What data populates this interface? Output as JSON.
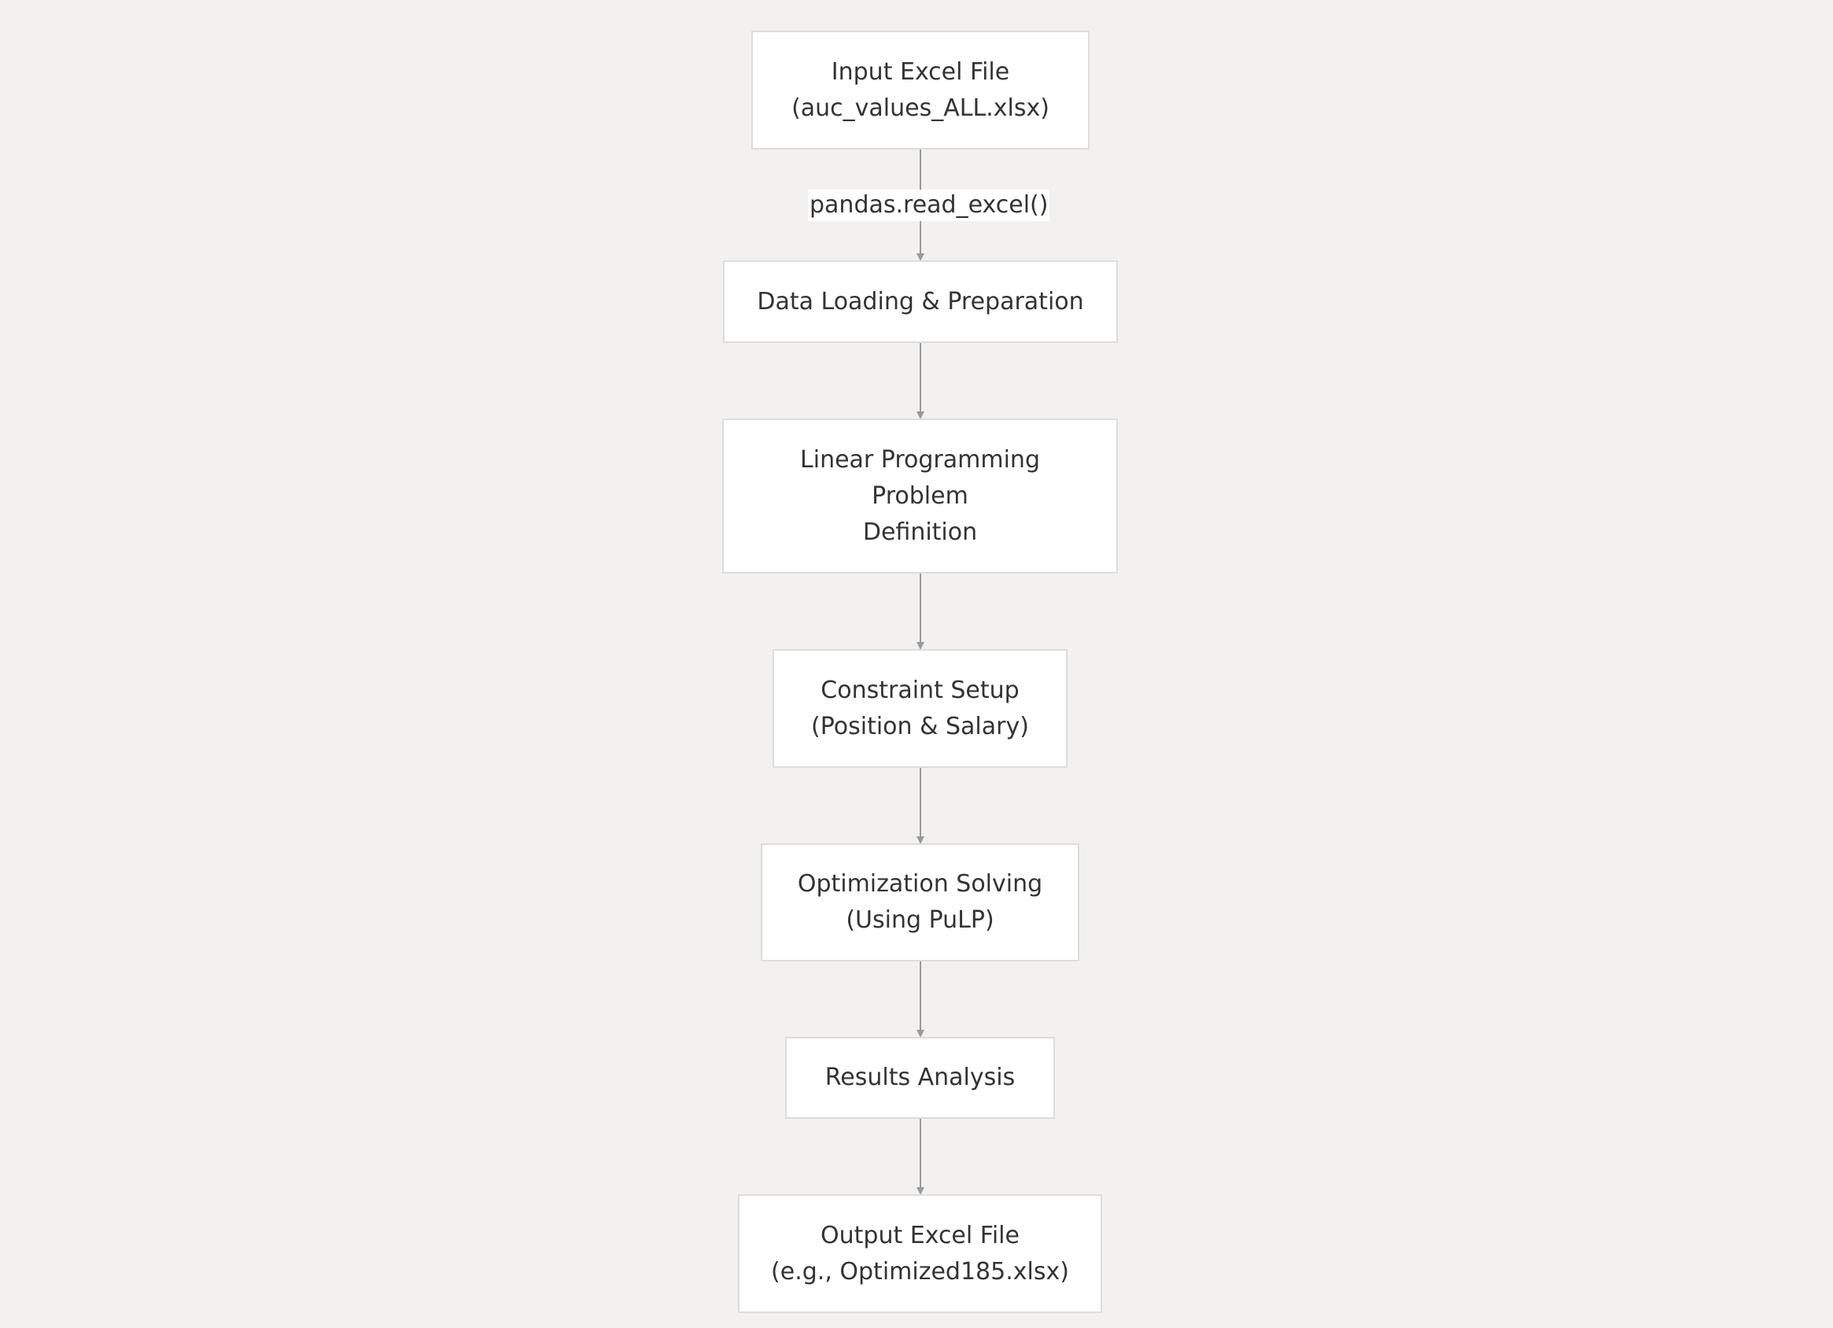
{
  "nodes": {
    "input": {
      "line1": "Input Excel File",
      "line2": "(auc_values_ALL.xlsx)"
    },
    "loading": {
      "line1": "Data Loading & Preparation"
    },
    "lp": {
      "line1": "Linear Programming",
      "line2": "Problem",
      "line3": "Definition"
    },
    "constraints": {
      "line1": "Constraint Setup",
      "line2": "(Position & Salary)"
    },
    "solving": {
      "line1": "Optimization Solving",
      "line2": "(Using PuLP)"
    },
    "results": {
      "line1": "Results Analysis"
    },
    "output": {
      "line1": "Output Excel File",
      "line2": "(e.g., Optimized185.xlsx)"
    }
  },
  "edges": {
    "read_label": "pandas.read_excel()"
  },
  "colors": {
    "background": "#f2f1ef",
    "node_fill": "#ffffff",
    "node_border": "#dcdcdc",
    "edge": "#9a9a9a",
    "text": "#333333"
  }
}
